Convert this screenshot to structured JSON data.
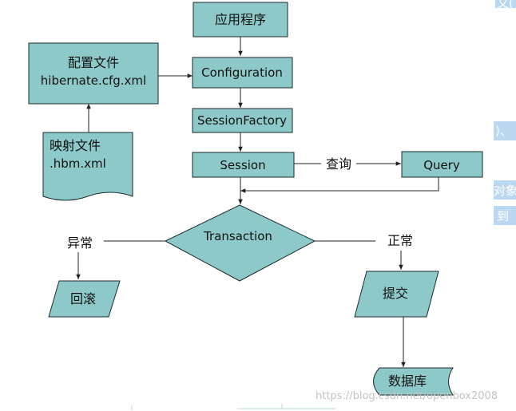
{
  "nodes": {
    "app": "应用程序",
    "config_file_line1": "配置文件",
    "config_file_line2": "hibernate.cfg.xml",
    "configuration": "Configuration",
    "session_factory": "SessionFactory",
    "session": "Session",
    "query": "Query",
    "mapping_line1": "映射文件",
    "mapping_line2": ".hbm.xml",
    "transaction": "Transaction",
    "rollback": "回滚",
    "commit": "提交",
    "database": "数据库"
  },
  "edge_labels": {
    "query_label": "查询",
    "exception_label": "异常",
    "normal_label": "正常"
  },
  "watermark": "https://blog.csdn.net/openbox2008",
  "side_fragments": [
    "又(",
    ")、",
    "对象",
    "到"
  ],
  "colors": {
    "node_fill": "#8cc9c8",
    "node_stroke": "#1a2c2c",
    "edge": "#222222"
  }
}
